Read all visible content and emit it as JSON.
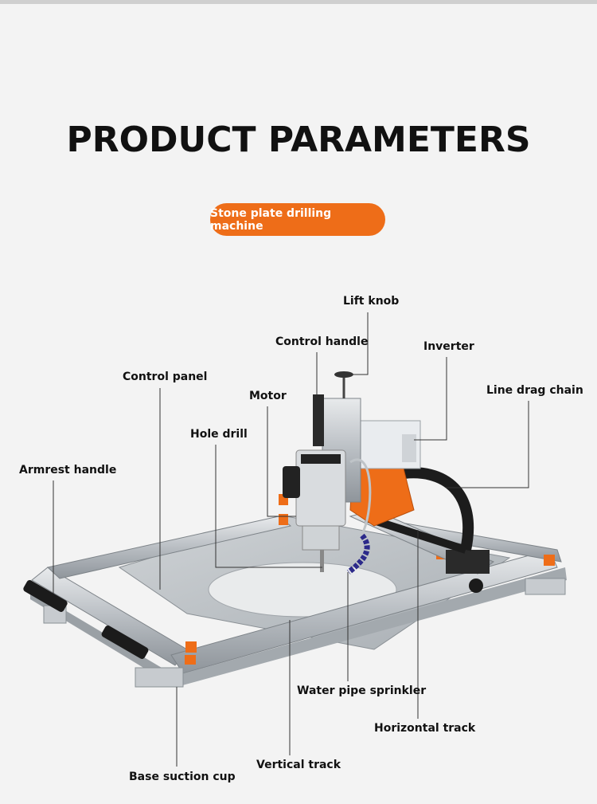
{
  "header": {
    "title": "PRODUCT PARAMETERS",
    "subtitle_badge": "Stone plate drilling machine"
  },
  "callouts": {
    "lift_knob": "Lift knob",
    "control_handle": "Control handle",
    "inverter": "Inverter",
    "control_panel": "Control panel",
    "line_drag_chain": "Line drag chain",
    "motor": "Motor",
    "hole_drill": "Hole drill",
    "armrest_handle": "Armrest handle",
    "water_pipe_sprinkler": "Water pipe sprinkler",
    "horizontal_track": "Horizontal track",
    "base_suction_cup": "Base suction cup",
    "vertical_track": "Vertical track"
  },
  "colors": {
    "accent": "#ee6d18",
    "background": "#f3f3f3",
    "text": "#111111"
  }
}
